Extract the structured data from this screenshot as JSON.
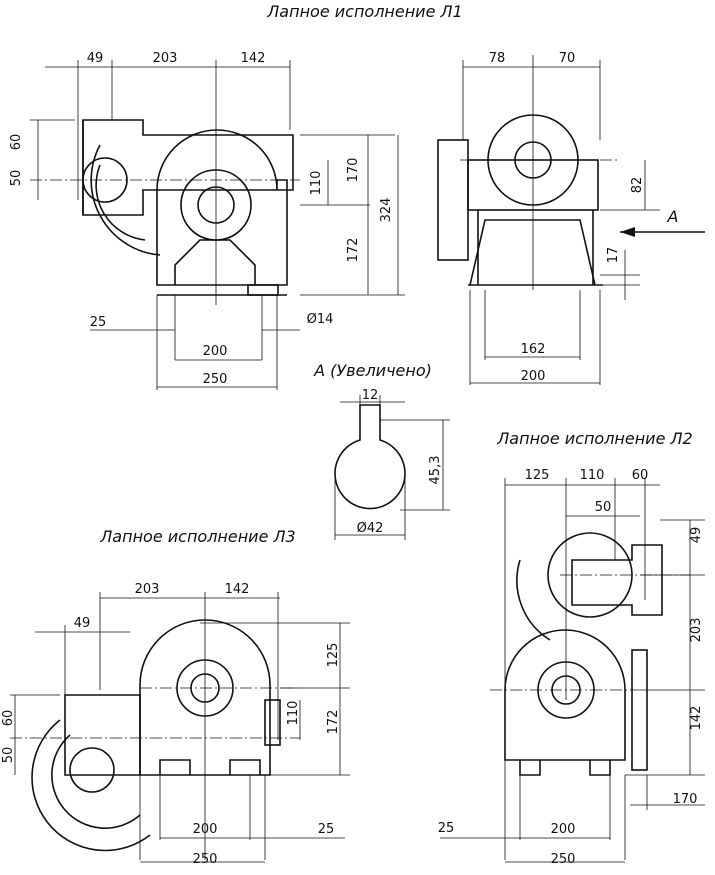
{
  "titles": {
    "l1": "Лапное исполнение Л1",
    "l2": "Лапное исполнение Л2",
    "l3": "Лапное исполнение Л3",
    "detail_a": "А (Увеличено)",
    "view_arrow": "А"
  },
  "l1_front": {
    "d49": "49",
    "d203": "203",
    "d142": "142",
    "d60": "60",
    "d50": "50",
    "d110": "110",
    "d170": "170",
    "d324": "324",
    "d172": "172",
    "d25": "25",
    "hole": "Ø14",
    "d200": "200",
    "d250": "250"
  },
  "l1_side": {
    "d78": "78",
    "d70": "70",
    "d82": "82",
    "d17": "17",
    "d162": "162",
    "d200": "200"
  },
  "detail": {
    "d12": "12",
    "d45_3": "45,3",
    "d42": "Ø42"
  },
  "l2": {
    "d125": "125",
    "d110": "110",
    "d60": "60",
    "d50": "50",
    "d49": "49",
    "d203": "203",
    "d142": "142",
    "d170": "170",
    "d25": "25",
    "d200": "200",
    "d250": "250"
  },
  "l3": {
    "d203": "203",
    "d142": "142",
    "d49": "49",
    "d125": "125",
    "d110": "110",
    "d172": "172",
    "d60": "60",
    "d50": "50",
    "d200": "200",
    "d25": "25",
    "d250": "250"
  }
}
